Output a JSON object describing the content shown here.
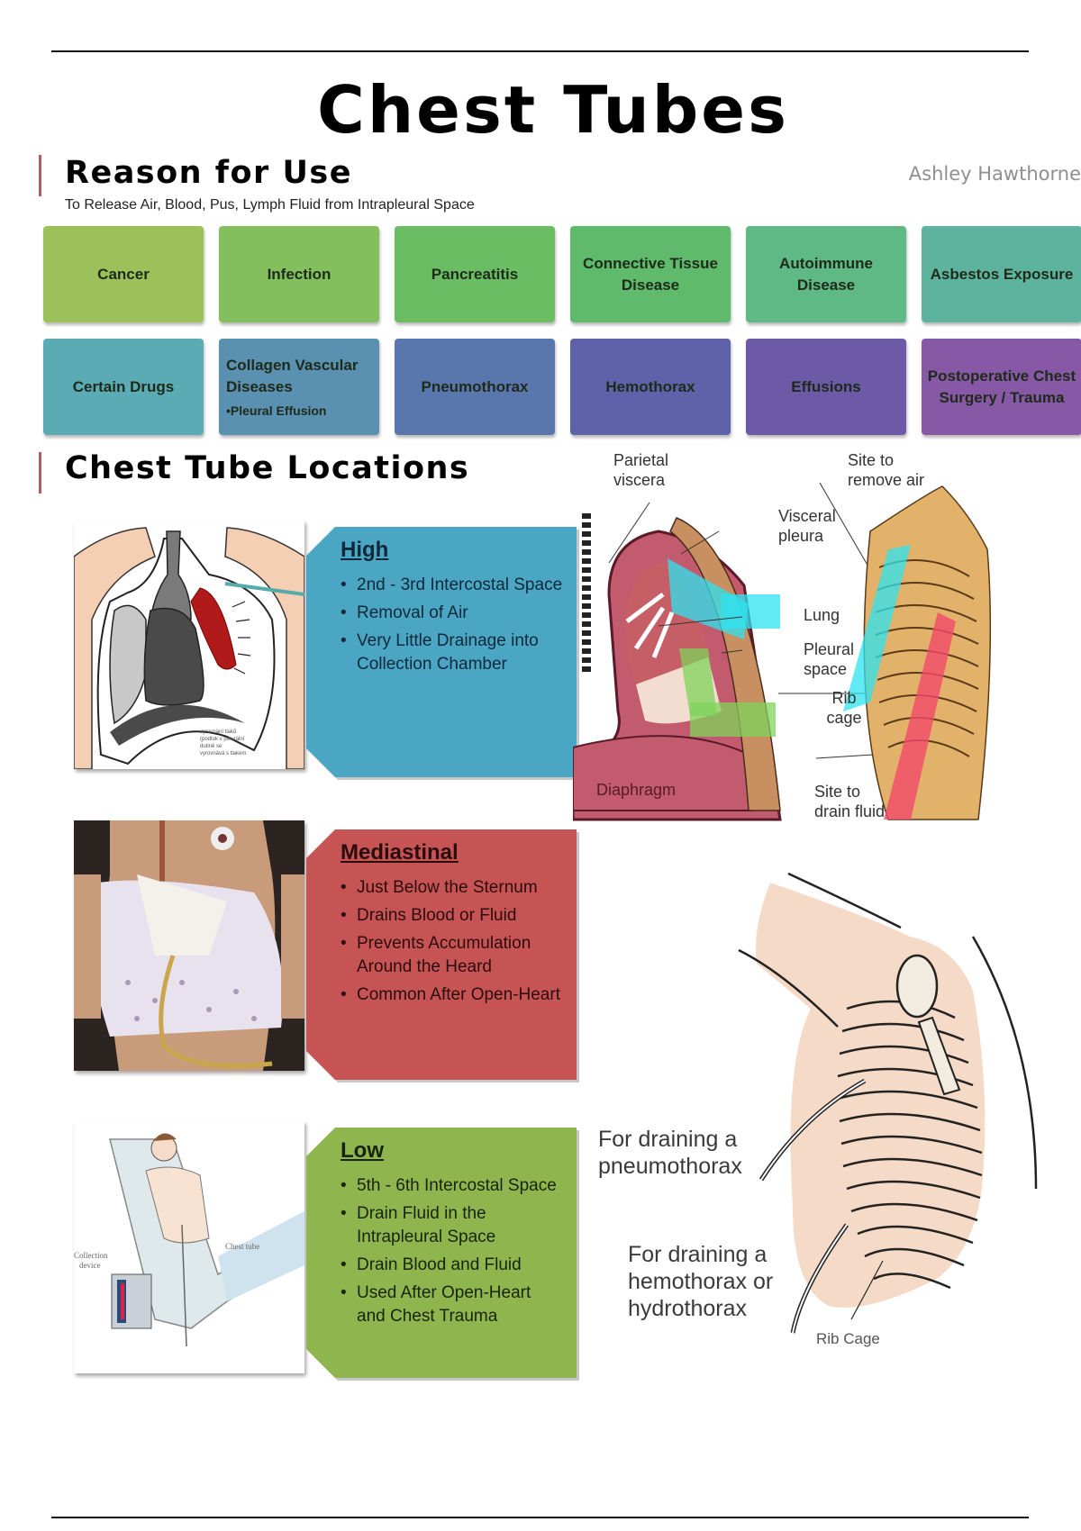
{
  "page": {
    "title": "Chest Tubes",
    "author": "Ashley Hawthorne"
  },
  "reason_for_use": {
    "heading": "Reason for Use",
    "subtitle": "To Release Air, Blood, Pus, Lymph Fluid from Intrapleural Space",
    "rows": [
      [
        {
          "label": "Cancer",
          "color": "#9cc05a"
        },
        {
          "label": "Infection",
          "color": "#84bf5e"
        },
        {
          "label": "Pancreatitis",
          "color": "#6bbd63"
        },
        {
          "label": "Connective Tissue Disease",
          "color": "#5fba6c"
        },
        {
          "label": "Autoimmune Disease",
          "color": "#5eb985"
        },
        {
          "label": "Asbestos Exposure",
          "color": "#5db39e"
        }
      ],
      [
        {
          "label": "Certain Drugs",
          "color": "#5aabb4"
        },
        {
          "label": "Collagen Vascular Diseases",
          "sub": "•Pleural Effusion",
          "color": "#5a90b0"
        },
        {
          "label": "Pneumothorax",
          "color": "#5a77ad"
        },
        {
          "label": "Hemothorax",
          "color": "#5d62a9"
        },
        {
          "label": "Effusions",
          "color": "#6d5aa7"
        },
        {
          "label": "Postoperative Chest Surgery / Trauma",
          "color": "#8758a5"
        }
      ]
    ]
  },
  "locations": {
    "heading": "Chest Tube Locations",
    "items": [
      {
        "title": "High",
        "color": "#4aa6c3",
        "text_color": "#10283a",
        "bullet": "•",
        "points": [
          "2nd - 3rd Intercostal Space",
          "Removal of Air",
          "Very Little Drainage into Collection Chamber"
        ],
        "image": "chest-cross-section-illustration"
      },
      {
        "title": "Mediastinal",
        "color": "#c75454",
        "text_color": "#2a0c0c",
        "bullet": "•",
        "points": [
          "Just Below the Sternum",
          "Drains Blood or Fluid",
          "Prevents Accumulation Around the Heard",
          "Common After Open-Heart"
        ],
        "image": "patient-mediastinal-tube-photo"
      },
      {
        "title": "Low",
        "color": "#8fb64e",
        "text_color": "#18240a",
        "bullet": "•",
        "points": [
          "5th - 6th Intercostal Space",
          "Drain Fluid in the Intrapleural Space",
          "Drain Blood and Fluid",
          "Used After Open-Heart and Chest Trauma"
        ],
        "image": "patient-bed-chest-tube-illustration",
        "image_labels": {
          "left": "Collection device",
          "right": "Chest tube"
        }
      }
    ]
  },
  "diagram_top": {
    "labels": {
      "parietal": "Parietal viscera",
      "visceral": "Visceral pleura",
      "lung": "Lung",
      "pleural": "Pleural space",
      "rib": "Rib cage",
      "diaphragm": "Diaphragm",
      "remove_air": "Site to remove air",
      "drain_fluid": "Site to drain fluid"
    }
  },
  "diagram_bottom": {
    "labels": {
      "pneumo": "For draining a pneumothorax",
      "hemo": "For draining a hemothorax or hydrothorax",
      "rib": "Rib Cage"
    }
  }
}
